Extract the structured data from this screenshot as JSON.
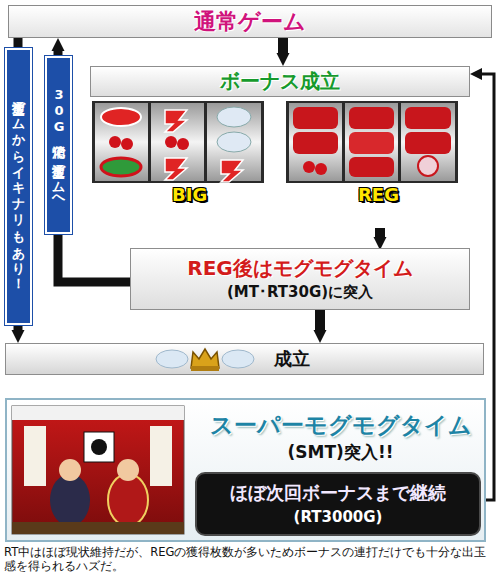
{
  "diagram": {
    "caption": "RT中はほぼ現状維持だが、REGの獲得枚数が多いためボーナスの連打だけでも十分な出玉感を得られるハズだ。",
    "nodes": [
      {
        "text": [
          "通常ゲーム"
        ]
      },
      {
        "text": [
          "ボーナス成立"
        ]
      },
      {
        "text": [
          "REG後はモグモグタイム",
          "(MT･RT30G)に突入"
        ]
      },
      {
        "text": [
          "成立"
        ]
      },
      {
        "text": [
          "スーパーモグモグタイム",
          "(SMT)突入!!"
        ]
      },
      {
        "text": [
          "ほぼ次回ボーナスまで継続",
          "(RT3000G)"
        ],
        "in": 4
      }
    ],
    "edges": [
      {
        "from": 0,
        "to": 1,
        "arrow": "to"
      },
      {
        "from": 0,
        "to": 3,
        "label": "通常ゲームからイキナリもあり！",
        "arrow": "to"
      },
      {
        "from": 2,
        "to": 0,
        "label": "30G消化で通常ゲームへ",
        "arrow": "to"
      },
      {
        "from": 1,
        "to": 2,
        "arrow": "to"
      },
      {
        "from": 2,
        "to": 3,
        "arrow": "to"
      },
      {
        "from": 4,
        "to": 1,
        "arrow": "to"
      }
    ],
    "labels": [
      "BIG",
      "REG"
    ]
  }
}
